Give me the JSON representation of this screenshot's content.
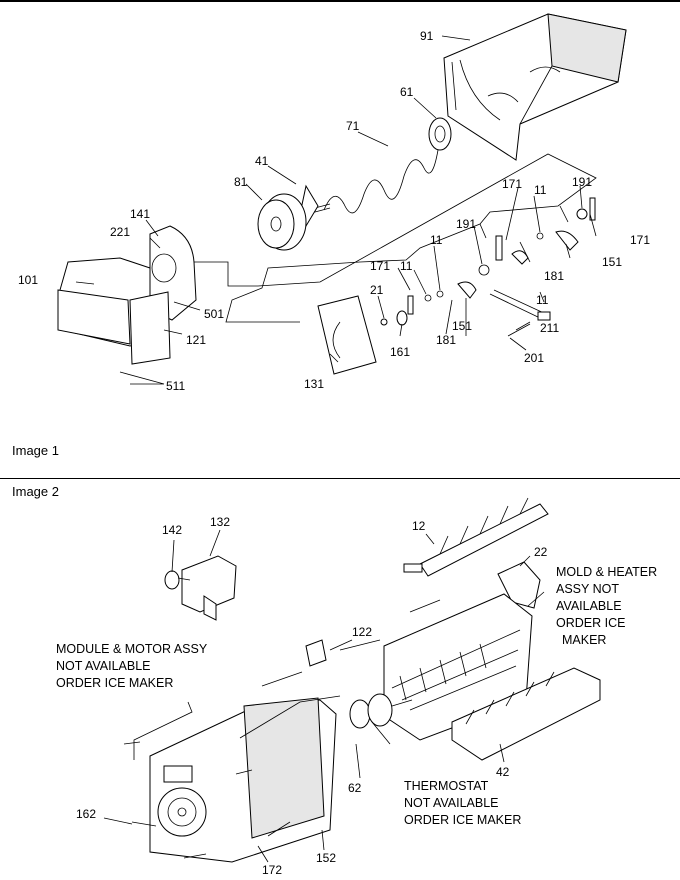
{
  "captions": {
    "image1": "Image 1",
    "image2": "Image 2"
  },
  "image1_callouts": [
    "91",
    "61",
    "71",
    "41",
    "81",
    "141",
    "221",
    "101",
    "501",
    "121",
    "511",
    "131",
    "21",
    "161",
    "171",
    "11",
    "11",
    "191",
    "181",
    "151",
    "11",
    "191",
    "171",
    "181",
    "11",
    "211",
    "201",
    "151",
    "171"
  ],
  "image2_callouts": [
    "142",
    "132",
    "12",
    "22",
    "122",
    "62",
    "42",
    "162",
    "172",
    "152"
  ],
  "notes": {
    "module_motor": [
      "MODULE & MOTOR ASSY",
      "NOT AVAILABLE",
      "ORDER ICE MAKER"
    ],
    "mold_heater": [
      "MOLD & HEATER",
      "ASSY NOT",
      "AVAILABLE",
      "ORDER ICE",
      "MAKER"
    ],
    "thermostat": [
      "THERMOSTAT",
      "NOT AVAILABLE",
      "ORDER ICE MAKER"
    ]
  }
}
